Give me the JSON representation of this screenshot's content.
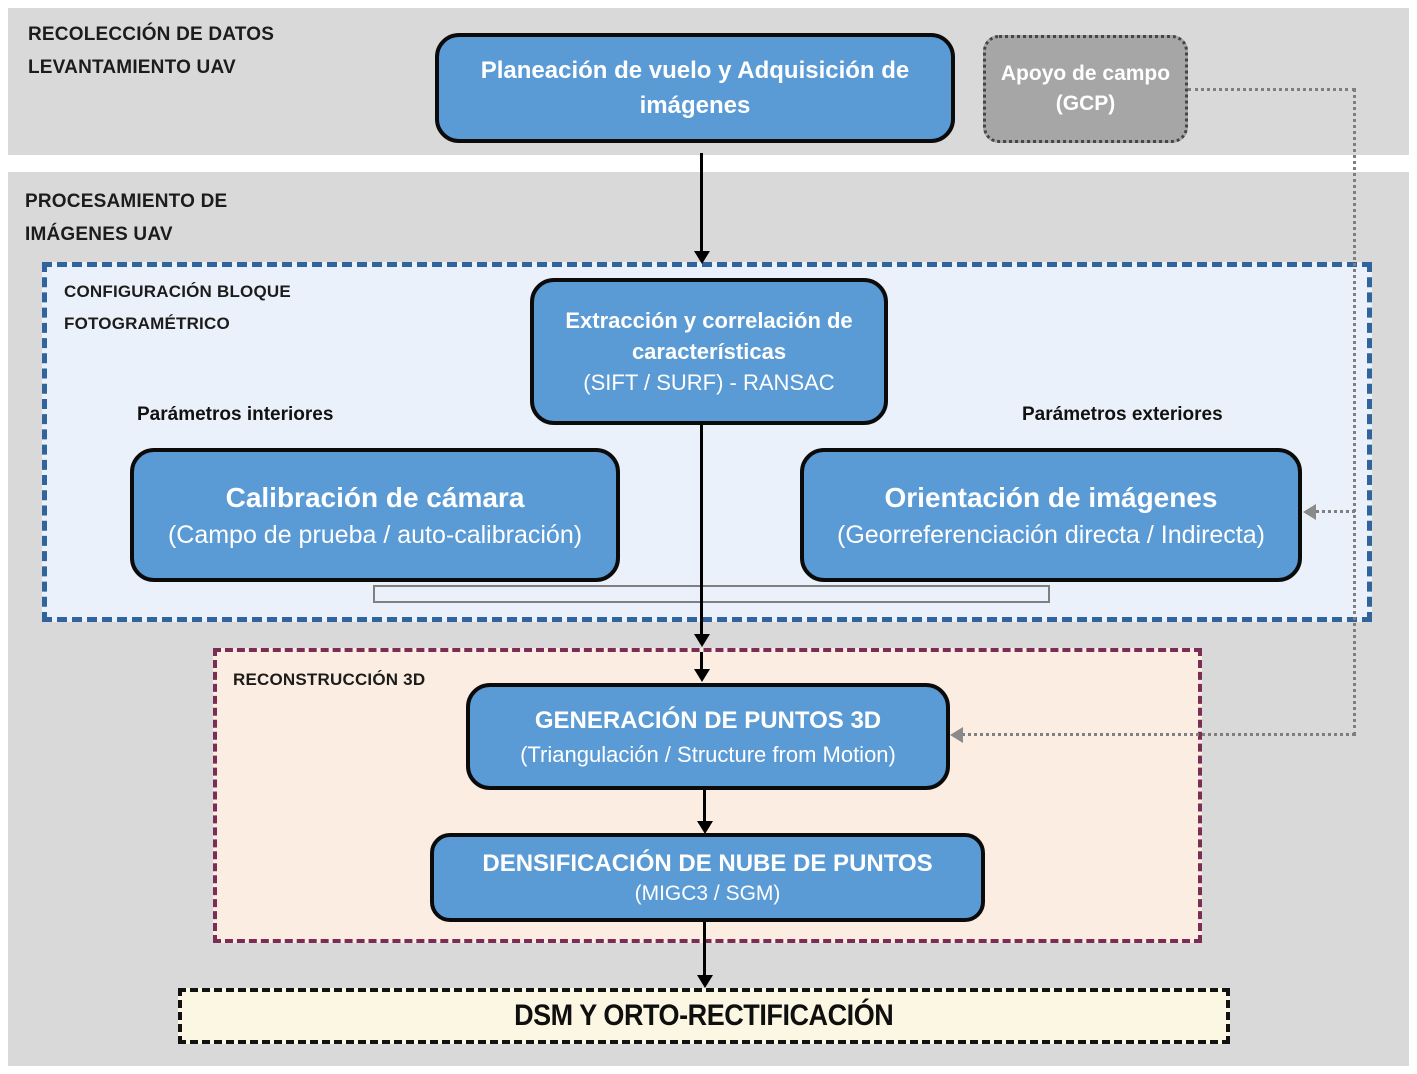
{
  "colors": {
    "accent_blue": "#5B9BD5",
    "band_gray": "#D9D9D9",
    "apoyo_gray": "#A6A6A6",
    "panel_blue_bg": "#EBF1FA",
    "panel_blue_border": "#31639C",
    "panel_maroon_bg": "#FBEDE2",
    "panel_maroon_border": "#7C2D56",
    "dsm_bg": "#FCF7E2",
    "connector_gray": "#7F7F7F"
  },
  "sections": {
    "recoleccion": {
      "label_line1": "RECOLECCIÓN DE DATOS",
      "label_line2": "LEVANTAMIENTO UAV"
    },
    "procesamiento": {
      "label_line1": "PROCESAMIENTO DE",
      "label_line2": "IMÁGENES UAV"
    },
    "configuracion": {
      "label_line1": "CONFIGURACIÓN BLOQUE",
      "label_line2": "FOTOGRAMÉTRICO"
    },
    "reconstruccion": {
      "label": "RECONSTRUCCIÓN 3D"
    }
  },
  "nodes": {
    "planeacion": {
      "title_line1": "Planeación de vuelo y Adquisición de",
      "title_line2": "imágenes"
    },
    "apoyo": {
      "title": "Apoyo de campo",
      "subtitle": "(GCP)"
    },
    "extraccion": {
      "title_line1": "Extracción y correlación de",
      "title_line2": "características",
      "subtitle": "(SIFT / SURF) - RANSAC"
    },
    "calibracion": {
      "label_above": "Parámetros interiores",
      "title": "Calibración de cámara",
      "subtitle": "(Campo de prueba / auto-calibración)"
    },
    "orientacion": {
      "label_above": "Parámetros exteriores",
      "title": "Orientación de imágenes",
      "subtitle": "(Georreferenciación directa / Indirecta)"
    },
    "generacion": {
      "title": "GENERACIÓN DE PUNTOS 3D",
      "subtitle": "(Triangulación / Structure from Motion)"
    },
    "densificacion": {
      "title": "DENSIFICACIÓN DE NUBE DE PUNTOS",
      "subtitle": "(MIGC3 / SGM)"
    },
    "dsm": {
      "title": "DSM Y ORTO-RECTIFICACIÓN"
    }
  }
}
